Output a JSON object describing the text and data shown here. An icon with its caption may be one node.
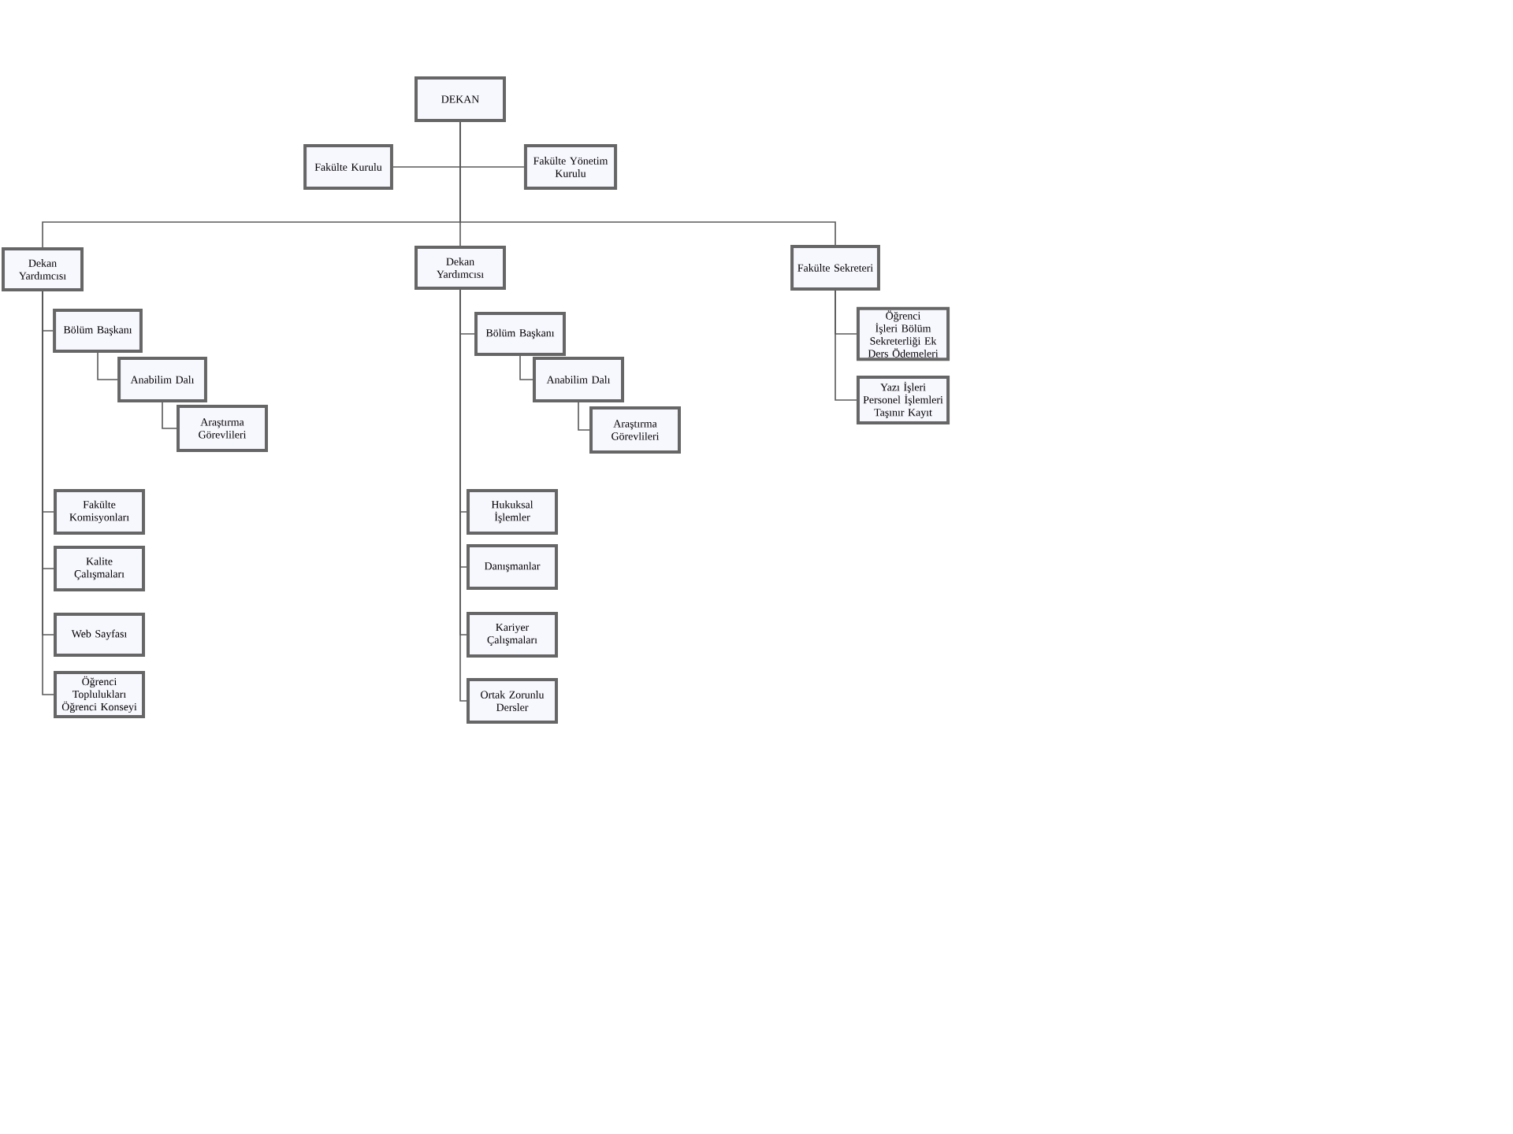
{
  "diagram": {
    "nodes": [
      {
        "text": [
          "DEKAN"
        ]
      },
      {
        "text": [
          "Fakülte Kurulu"
        ]
      },
      {
        "text": [
          "Fakülte Yönetim Kurulu"
        ]
      },
      {
        "text": [
          "Dekan Yardımcısı"
        ]
      },
      {
        "text": [
          "Bölüm Başkanı"
        ]
      },
      {
        "text": [
          "Anabilim Dalı"
        ]
      },
      {
        "text": [
          "Araştırma Görevlileri"
        ]
      },
      {
        "text": [
          "Fakülte Komisyonları"
        ]
      },
      {
        "text": [
          "Kalite Çalışmaları"
        ]
      },
      {
        "text": [
          "Web Sayfası"
        ]
      },
      {
        "text": [
          "Öğrenci Toplulukları Öğrenci Konseyi"
        ]
      },
      {
        "text": [
          "Dekan Yardımcısı"
        ]
      },
      {
        "text": [
          "Bölüm Başkanı"
        ]
      },
      {
        "text": [
          "Anabilim Dalı"
        ]
      },
      {
        "text": [
          "Araştırma Görevlileri"
        ]
      },
      {
        "text": [
          "Hukuksal İşlemler"
        ]
      },
      {
        "text": [
          "Danışmanlar"
        ]
      },
      {
        "text": [
          "Kariyer Çalışmaları"
        ]
      },
      {
        "text": [
          "Ortak Zorunlu Dersler"
        ]
      },
      {
        "text": [
          "Fakülte Sekreteri"
        ]
      },
      {
        "text": [
          "Öğrenci İşleri Bölüm Sekreterliği Ek Ders Ödemeleri"
        ]
      },
      {
        "text": [
          "Yazı İşleri Personel İşlemleri Taşınır Kayıt"
        ]
      }
    ],
    "edges": [
      {
        "from": 0,
        "to": 1,
        "arrow": "none"
      },
      {
        "from": 0,
        "to": 2,
        "arrow": "none"
      },
      {
        "from": 0,
        "to": 3,
        "arrow": "none"
      },
      {
        "from": 0,
        "to": 11,
        "arrow": "none"
      },
      {
        "from": 0,
        "to": 19,
        "arrow": "none"
      },
      {
        "from": 3,
        "to": 4,
        "arrow": "none"
      },
      {
        "from": 4,
        "to": 5,
        "arrow": "none"
      },
      {
        "from": 5,
        "to": 6,
        "arrow": "none"
      },
      {
        "from": 3,
        "to": 7,
        "arrow": "none"
      },
      {
        "from": 3,
        "to": 8,
        "arrow": "none"
      },
      {
        "from": 3,
        "to": 9,
        "arrow": "none"
      },
      {
        "from": 3,
        "to": 10,
        "arrow": "none"
      },
      {
        "from": 11,
        "to": 12,
        "arrow": "none"
      },
      {
        "from": 12,
        "to": 13,
        "arrow": "none"
      },
      {
        "from": 13,
        "to": 14,
        "arrow": "none"
      },
      {
        "from": 11,
        "to": 15,
        "arrow": "none"
      },
      {
        "from": 11,
        "to": 16,
        "arrow": "none"
      },
      {
        "from": 11,
        "to": 17,
        "arrow": "none"
      },
      {
        "from": 11,
        "to": 18,
        "arrow": "none"
      },
      {
        "from": 19,
        "to": 20,
        "arrow": "none"
      },
      {
        "from": 19,
        "to": 21,
        "arrow": "none"
      }
    ]
  }
}
